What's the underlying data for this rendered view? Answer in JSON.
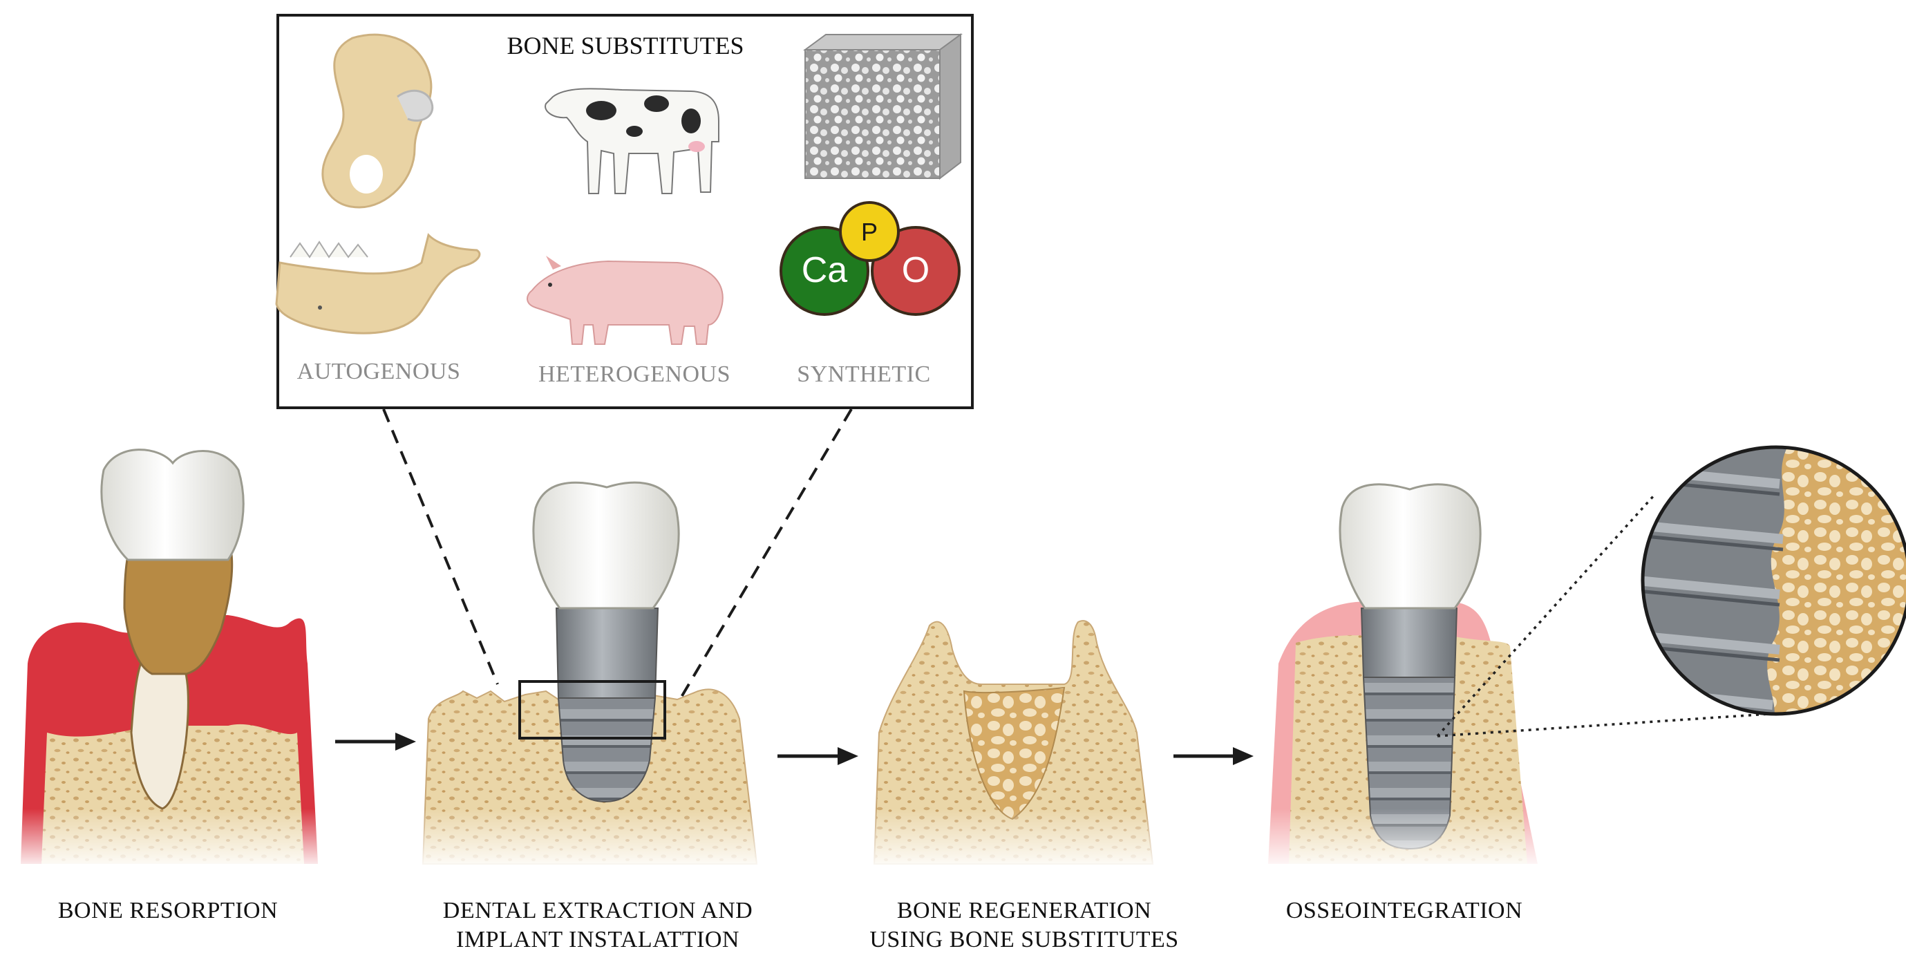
{
  "substitutes_panel": {
    "title": "BONE SUBSTITUTES",
    "categories": {
      "autogenous": "AUTOGENOUS",
      "heterogenous": "HETEROGENOUS",
      "synthetic": "SYNTHETIC"
    },
    "chemistry": {
      "ca": "Ca",
      "p": "P",
      "o": "O"
    }
  },
  "stages": [
    {
      "line1": "BONE RESORPTION",
      "line2": ""
    },
    {
      "line1": "DENTAL EXTRACTION AND",
      "line2": "IMPLANT INSTALATTION"
    },
    {
      "line1": "BONE REGENERATION",
      "line2": "USING BONE SUBSTITUTES"
    },
    {
      "line1": "OSSEOINTEGRATION",
      "line2": ""
    }
  ],
  "colors": {
    "bone": "#e9d4a6",
    "bone_dark": "#cfa96c",
    "gum": "#d9343f",
    "implant": "#8c9196",
    "ca": "#1f7a1f",
    "p": "#f2cf17",
    "o": "#c94444"
  }
}
